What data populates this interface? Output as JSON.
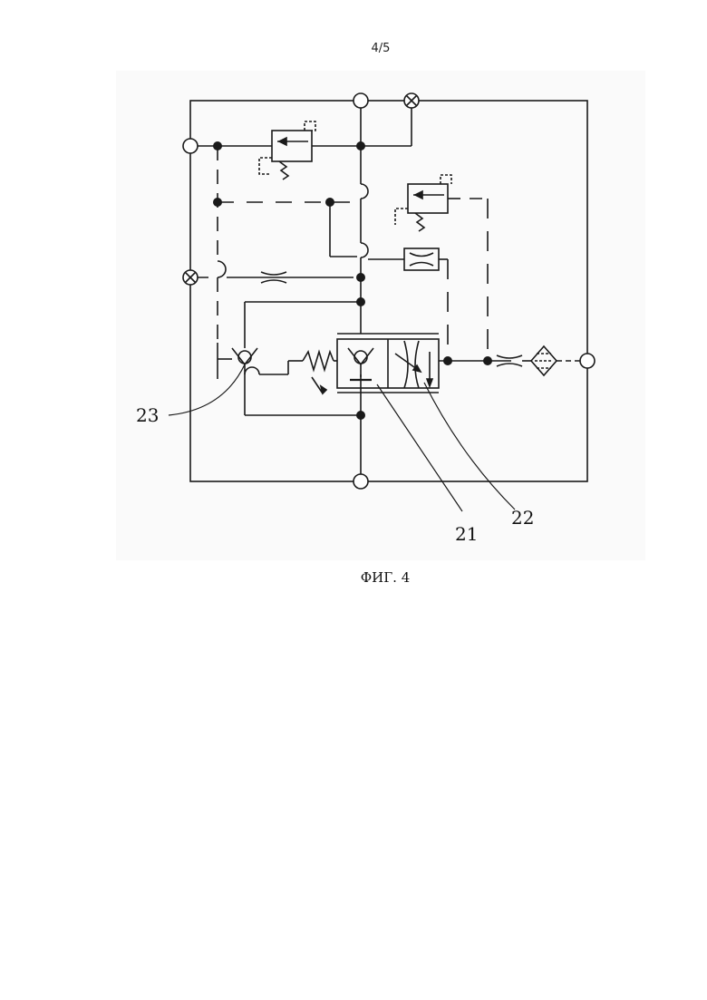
{
  "header": {
    "page_number": "4/5"
  },
  "figure": {
    "caption": "ФИГ. 4",
    "ref_labels": {
      "label_23": "23",
      "label_21": "21",
      "label_22": "22"
    }
  }
}
